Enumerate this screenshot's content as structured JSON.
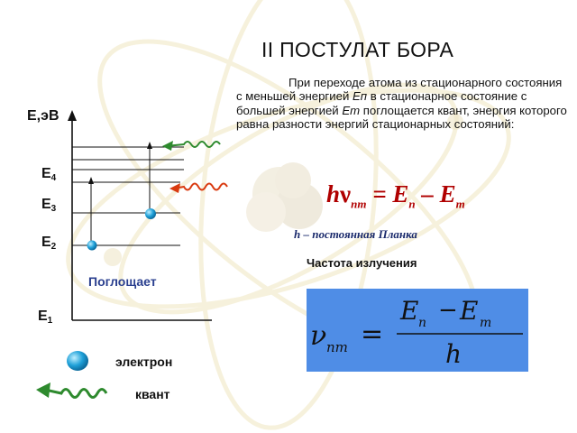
{
  "slide": {
    "title": "II ПОСТУЛАТ БОРА",
    "intro": {
      "part1": "При переходе атома из стационарного состояния с меньшей энергией ",
      "em": "Еп",
      "part2": " в стационарное состояние с большей энергией ",
      "en": "Еm",
      "part3": " поглощается квант, энергия которого равна разности энергий стационарных состояний:"
    }
  },
  "diagram": {
    "axis_label": "Е,эВ",
    "levels": [
      {
        "name": "E",
        "sub": "1"
      },
      {
        "name": "E",
        "sub": "2"
      },
      {
        "name": "E",
        "sub": "3"
      },
      {
        "name": "E",
        "sub": "4"
      }
    ],
    "absorbs_label": "Поглощает",
    "colors": {
      "electron": "#1ea0d8",
      "quantum_wave": "#d93a10",
      "quantum_wave_alt": "#2e8a2e",
      "arrow": "#111111"
    }
  },
  "formula": {
    "h": "h",
    "nu": "ν",
    "nu_sub": "nm",
    "eq": " = ",
    "en": "E",
    "en_sub": "n",
    "minus": " – ",
    "em": "E",
    "em_sub": "m"
  },
  "planck_note": "h – постоянная Планка",
  "frequency": {
    "label": "Частота излучения",
    "lhs": "ν",
    "lhs_sub": "nm",
    "eq": "=",
    "num_en": "E",
    "num_en_sub": "n",
    "num_minus": "−",
    "num_em": "E",
    "num_em_sub": "m",
    "den": "h",
    "box_color": "#4f8de6"
  },
  "legend": {
    "electron": "электрон",
    "quantum": "квант"
  }
}
